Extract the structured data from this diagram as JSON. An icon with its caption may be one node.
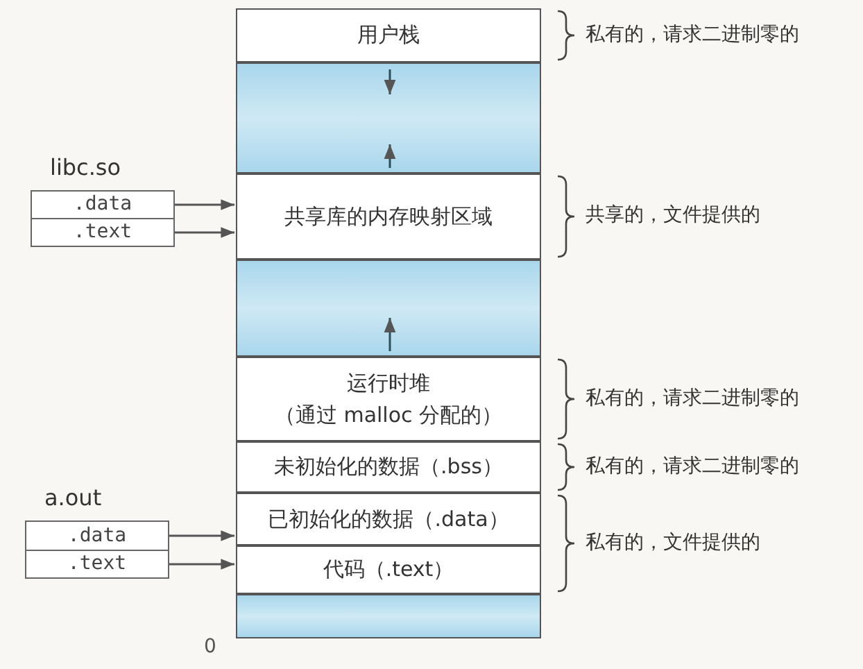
{
  "diagram": {
    "nodes": [
      {
        "text": [
          "用户栈"
        ],
        "beside": [
          "私有的，请求二进制零的"
        ]
      },
      {
        "text": [],
        "shape": "box"
      },
      {
        "text": [
          "共享库的内存映射区域"
        ],
        "beside": [
          "共享的，文件提供的"
        ]
      },
      {
        "text": [],
        "shape": "box"
      },
      {
        "text": [
          "运行时堆",
          "（通过 malloc 分配的）"
        ],
        "beside": [
          "私有的，请求二进制零的"
        ]
      },
      {
        "text": [
          "未初始化的数据（.bss）"
        ],
        "beside": [
          "私有的，请求二进制零的"
        ]
      },
      {
        "text": [
          "已初始化的数据（.data）"
        ]
      },
      {
        "text": [
          "代码（.text）"
        ]
      },
      {
        "text": [],
        "shape": "box"
      },
      {
        "text": [
          "libc.so"
        ]
      },
      {
        "text": [
          ".data"
        ],
        "in": 9
      },
      {
        "text": [
          ".text"
        ],
        "in": 9
      },
      {
        "text": [
          "a.out"
        ]
      },
      {
        "text": [
          ".data"
        ],
        "in": 12
      },
      {
        "text": [
          ".text"
        ],
        "in": 12
      }
    ],
    "edges": [
      {
        "from": 10,
        "to": 2,
        "arrow": "to"
      },
      {
        "from": 11,
        "to": 2,
        "arrow": "to"
      },
      {
        "from": 13,
        "to": 6,
        "arrow": "to"
      },
      {
        "from": 14,
        "to": 7,
        "arrow": "to"
      }
    ],
    "labels": [
      "私有的，文件提供的",
      "0"
    ]
  }
}
